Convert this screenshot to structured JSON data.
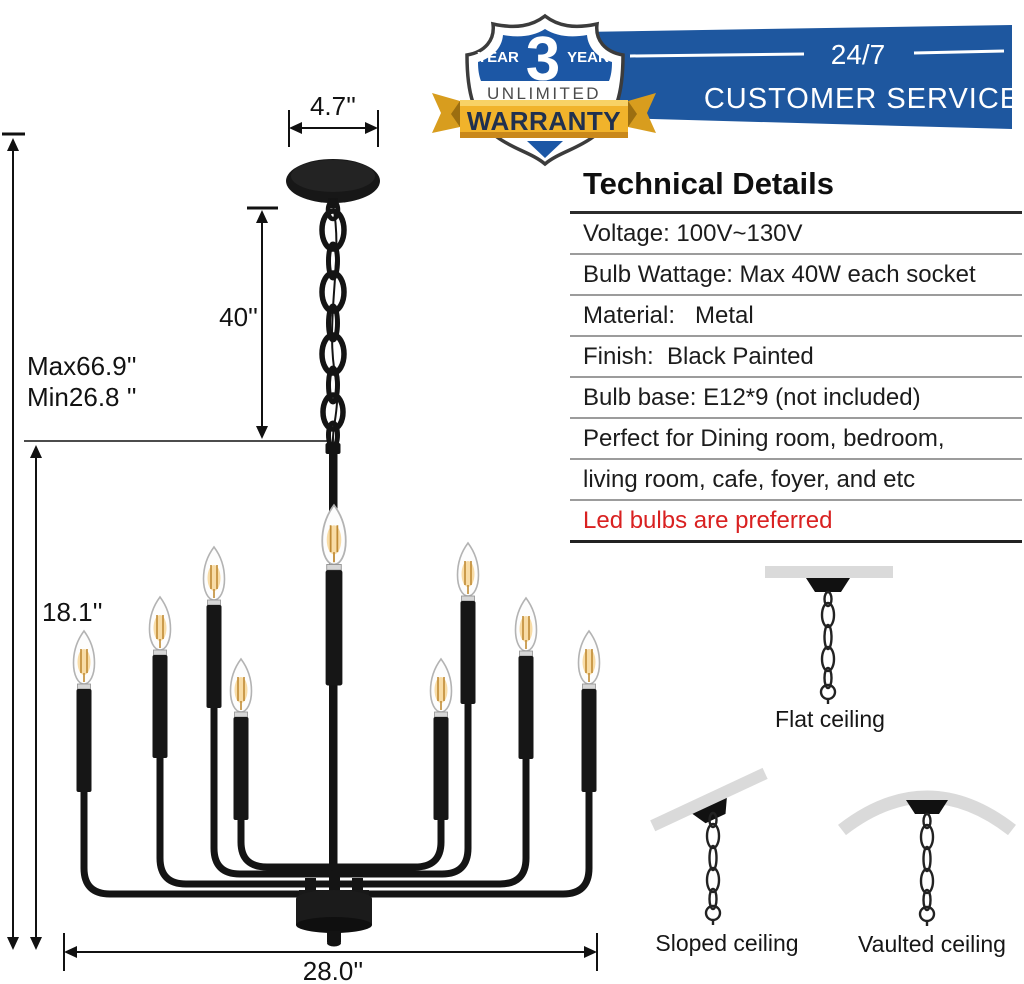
{
  "badge": {
    "shield": {
      "year_left": "YEAR",
      "number": "3",
      "year_right": "YEAR",
      "unlimited": "UNLIMITED",
      "warranty": "WARRANTY"
    },
    "banner": {
      "line1": "24/7",
      "line2": "CUSTOMER SERVICE"
    }
  },
  "tech": {
    "title": "Technical Details",
    "rows": [
      "Voltage: 100V~130V",
      "Bulb Wattage: Max 40W each socket",
      "Material:   Metal",
      "Finish:  Black Painted",
      "Bulb base: E12*9 (not included)",
      "Perfect for Dining room, bedroom,",
      "living room, cafe, foyer, and etc",
      "Led bulbs are preferred"
    ]
  },
  "dimensions": {
    "canopy_width": "4.7''",
    "chain_length": "40''",
    "height_max": "Max66.9''",
    "height_min": "Min26.8 ''",
    "body_height": "18.1''",
    "body_width": "28.0''"
  },
  "ceilings": {
    "flat": "Flat ceiling",
    "sloped": "Sloped ceiling",
    "vaulted": "Vaulted ceiling"
  },
  "colors": {
    "banner_blue": "#1e579f",
    "shield_blue": "#1c57a5",
    "ribbon_gold": "#f1b32b",
    "alert_red": "#d92121",
    "metal_black": "#151515"
  }
}
